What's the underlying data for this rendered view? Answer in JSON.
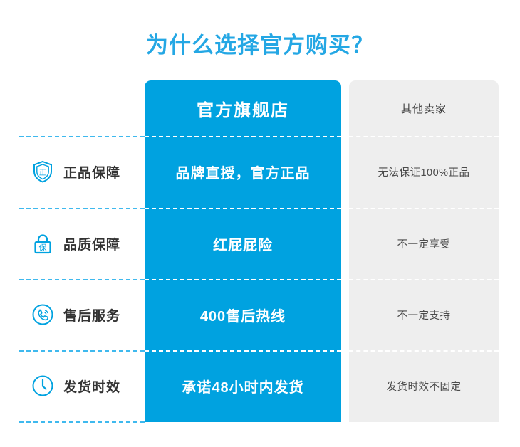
{
  "page": {
    "title": "为什么选择官方购买？",
    "title_color": "#24a7e4",
    "brand_blue": "#00a2e0",
    "panel_gray": "#eeeeee"
  },
  "table": {
    "columns": [
      {
        "key": "official",
        "header": "官方旗舰店"
      },
      {
        "key": "other",
        "header": "其他卖家"
      }
    ],
    "rows": [
      {
        "icon": "shield-check-icon",
        "icon_glyph": "正",
        "label": "正品保障",
        "official": "品牌直授，官方正品",
        "other": "无法保证100%正品"
      },
      {
        "icon": "lock-icon",
        "icon_glyph": "保",
        "label": "品质保障",
        "official": "红屁屁险",
        "other": "不一定享受"
      },
      {
        "icon": "phone-support-icon",
        "icon_glyph": "",
        "label": "售后服务",
        "official": "400售后热线",
        "other": "不一定支持"
      },
      {
        "icon": "clock-icon",
        "icon_glyph": "",
        "label": "发货时效",
        "official": "承诺48小时内发货",
        "other": "发货时效不固定"
      }
    ]
  }
}
